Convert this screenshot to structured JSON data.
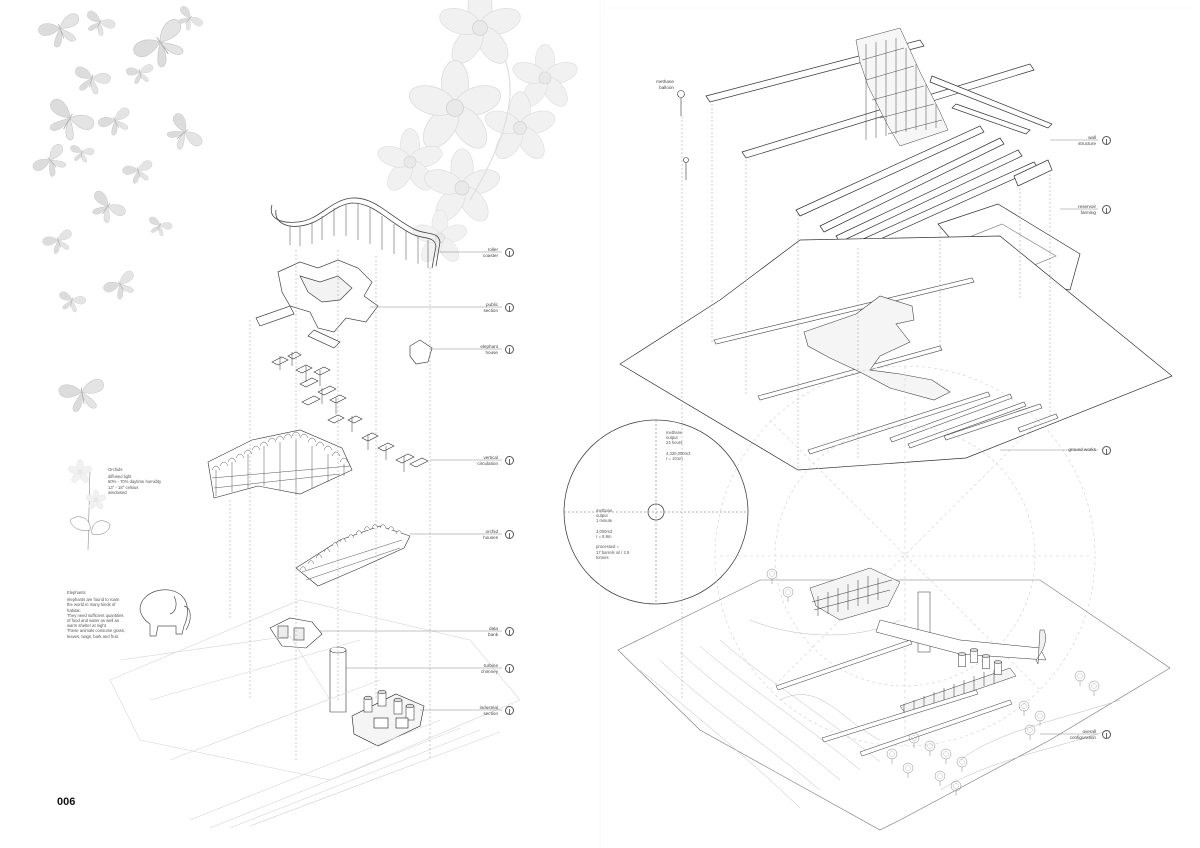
{
  "page_number": "006",
  "left_labels": [
    {
      "id": "roller-coaster",
      "text": "roller\ncoaster"
    },
    {
      "id": "public-section",
      "text": "public\nsection"
    },
    {
      "id": "elephant-house",
      "text": "elephant\nhouse"
    },
    {
      "id": "vertical-circulation",
      "text": "vertical\ncirculation"
    },
    {
      "id": "orchid-houses",
      "text": "orchid\nhouses"
    },
    {
      "id": "data-bank",
      "text": "data\nbank"
    },
    {
      "id": "turbine-chimney",
      "text": "turbine\nchimney"
    },
    {
      "id": "industrial-section",
      "text": "industrial\nsection"
    }
  ],
  "right_labels": [
    {
      "id": "methane-balloon",
      "text": "methane\nballoon"
    },
    {
      "id": "wall-structure",
      "text": "wall\nstructure"
    },
    {
      "id": "reservoir-farming",
      "text": "reservoir\nfarming"
    },
    {
      "id": "ground-works",
      "text": "ground works"
    },
    {
      "id": "overall-configuration",
      "text": "overall\nconfiguration"
    }
  ],
  "orchids_note": {
    "title": "Orchids",
    "body": "diffused light\n60% - 70% daytime humidity\n13° - 18° celsius\nwindowed"
  },
  "elephants_note": {
    "title": "Elephants",
    "body": "elephants are found to roam\nthe world in many kinds of\nhabitat.\nThey need sufficient quantities\nof food and water as well as\nwarm shelter at night.\nThese animals consume grass,\nleaves, twigs, bark and fruit."
  },
  "methane_notes": {
    "output_24h": "methane\noutput\n24 hours\n\n4,320,000m3\nr = 101m",
    "output_1min": "methane\noutput\n1 minute\n\n3,000m3\nr = 8.9m\n\nprocessed =\n17 barrels oil / 2.9\ntonnes"
  },
  "icons": [
    "butterfly-icon",
    "orchid-flower-icon",
    "elephant-icon",
    "tree-icon"
  ],
  "colors": {
    "line": "#555555",
    "faint": "#bbbbbb",
    "ghost": "#dcdcdc",
    "text": "#333333"
  }
}
